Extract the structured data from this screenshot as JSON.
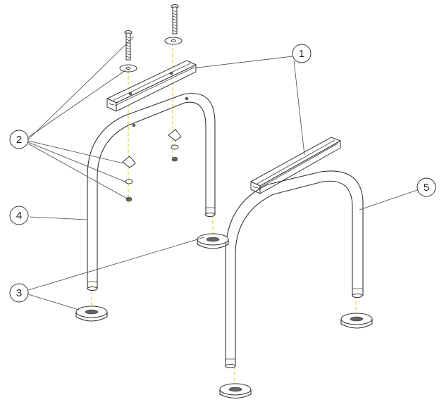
{
  "callouts": [
    {
      "id": "c1",
      "label": "1"
    },
    {
      "id": "c2",
      "label": "2"
    },
    {
      "id": "c3",
      "label": "3"
    },
    {
      "id": "c4",
      "label": "4"
    },
    {
      "id": "c5",
      "label": "5"
    }
  ],
  "colors": {
    "line": "#333333",
    "centerline": "#e6d14a",
    "background": "#ffffff"
  }
}
